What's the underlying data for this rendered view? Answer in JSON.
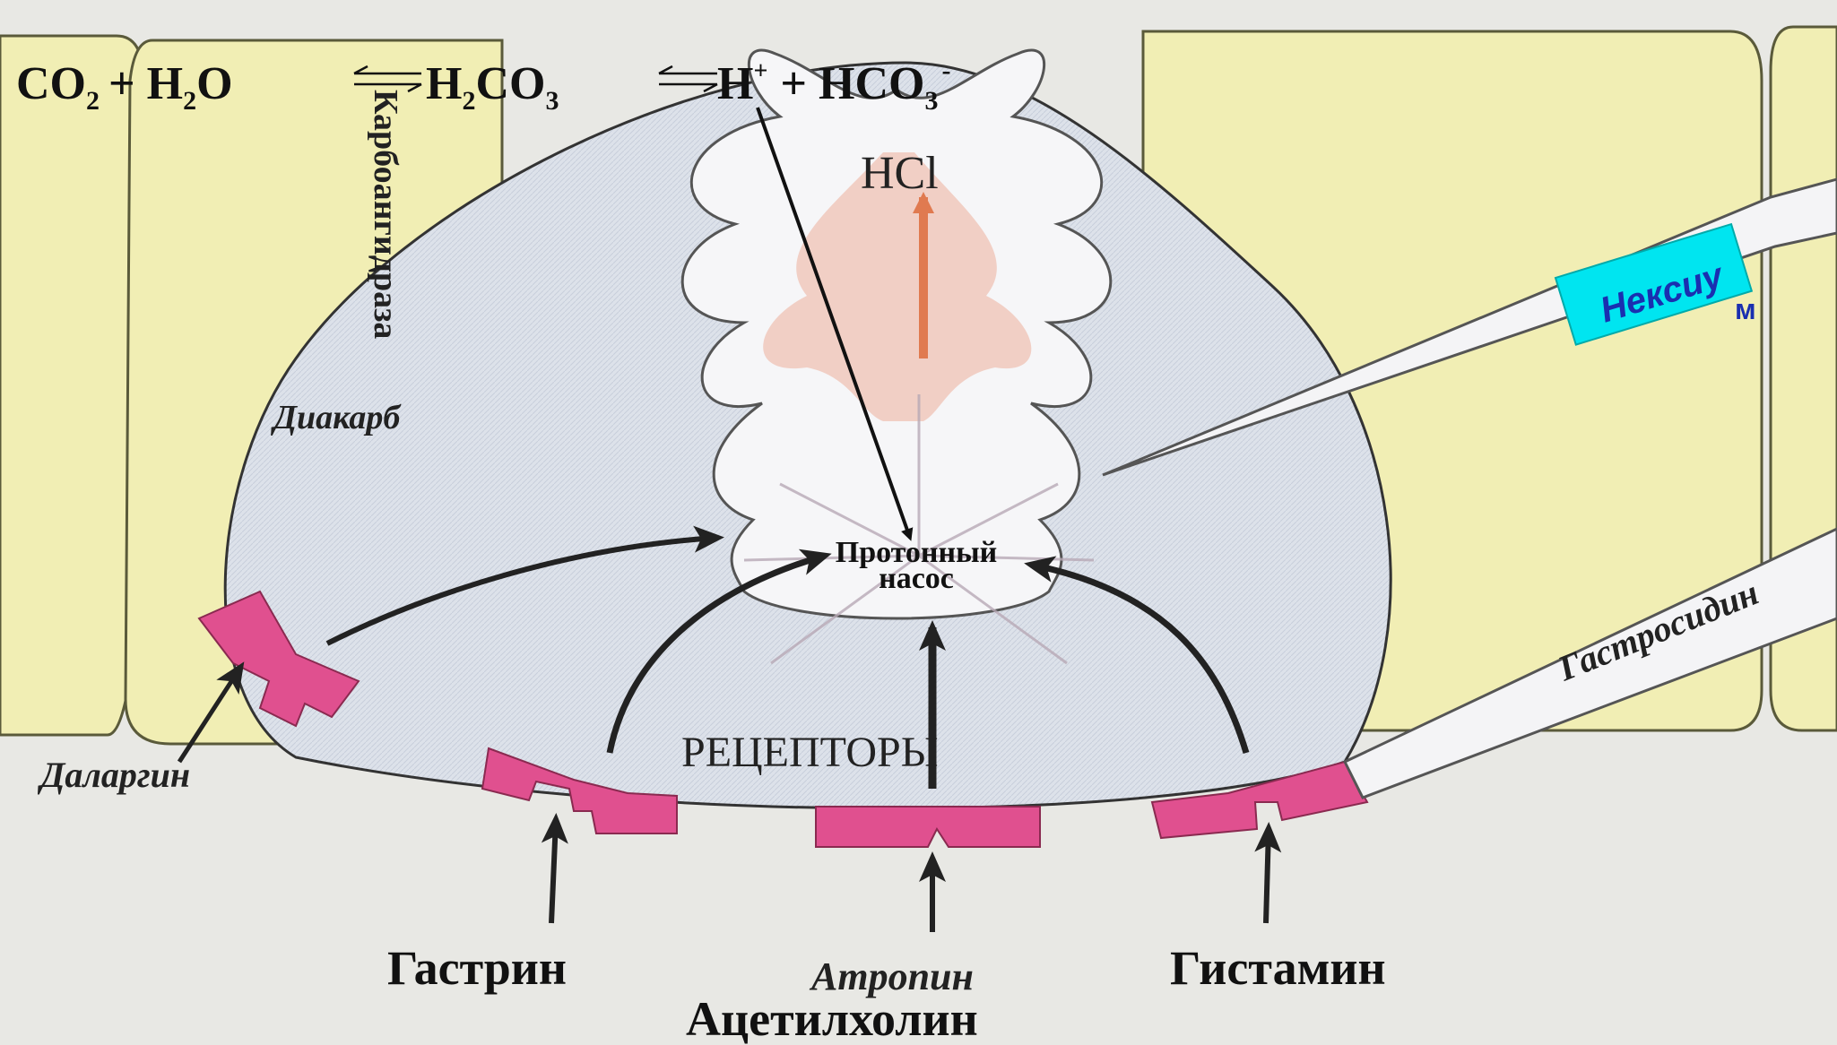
{
  "equation": {
    "co2": "CO",
    "co2_sub": "2",
    "plus1": "+ H",
    "h2o_sub": "2",
    "o": "O",
    "h2co3_pre": "H",
    "h2co3_sub1": "2",
    "h2co3_mid": "CO",
    "h2co3_sub2": "3",
    "h": "H",
    "h_sup": "+",
    "plus2": "+ HCO",
    "hco3_sub": "3",
    "hco3_sup": "-"
  },
  "labels": {
    "enzyme": "Карбоангидраза",
    "hcl": "HCl",
    "diakarb": "Диакарб",
    "proton_pump_line1": "Протонный",
    "proton_pump_line2": "насос",
    "receptors": "РЕЦЕПТОРЫ",
    "dalargin": "Даларгин",
    "nexium_line1": "Нексиу",
    "nexium_line2": "м",
    "gastrocidin": "Гастросидин",
    "gastrin": "Гастрин",
    "atropine": "Атропин",
    "histamine": "Гистамин",
    "acetylcholine": "Ацетилхолин"
  },
  "colors": {
    "cell_fill": "#f1eeb4",
    "parietal_fill": "#d9dee8",
    "receptor_pink": "#e0508f",
    "nexium_box": "#00e5f0",
    "nexium_text": "#1a2fb0",
    "hcl_arrow": "#e07a50",
    "canal_pink": "#f0c8bc"
  }
}
